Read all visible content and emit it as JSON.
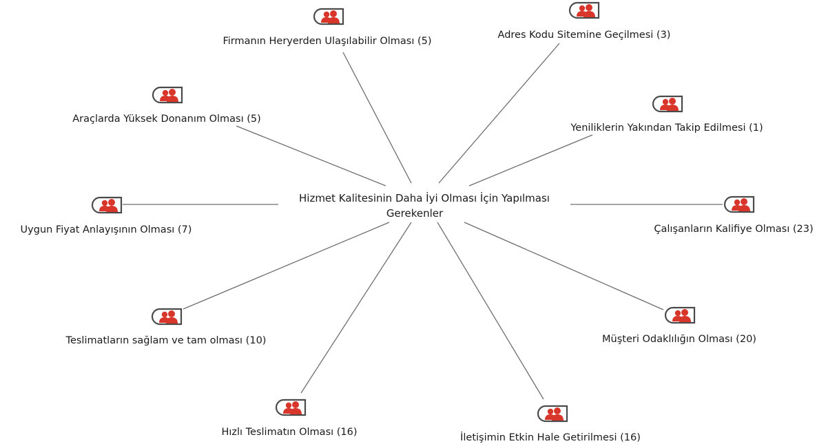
{
  "center": {
    "line1": "Hizmet Kalitesinin Daha İyi Olması İçin Yapılması",
    "line2": "Gerekenler"
  },
  "nodes": [
    {
      "id": "firmanin-heryerden",
      "label": "Firmanın Heryerden Ulaşılabilir Olması (5)",
      "icon": "person-node-icon"
    },
    {
      "id": "adres-kodu",
      "label": "Adres Kodu Sitemine Geçilmesi (3)",
      "icon": "person-node-icon"
    },
    {
      "id": "araclarda-yuksek",
      "label": "Araçlarda Yüksek Donanım Olması (5)",
      "icon": "person-node-icon"
    },
    {
      "id": "yeniliklerin-takip",
      "label": "Yeniliklerin Yakından Takip Edilmesi (1)",
      "icon": "person-node-icon"
    },
    {
      "id": "uygun-fiyat",
      "label": "Uygun Fiyat Anlayışının Olması (7)",
      "icon": "person-node-icon"
    },
    {
      "id": "calisanlarin-kalifiye",
      "label": "Çalışanların Kalifiye Olması (23)",
      "icon": "person-node-icon"
    },
    {
      "id": "teslimatlarin-saglam",
      "label": "Teslimatların sağlam ve tam olması (10)",
      "icon": "person-node-icon"
    },
    {
      "id": "musteri-odaklilik",
      "label": "Müşteri Odaklılığın Olması (20)",
      "icon": "person-node-icon"
    },
    {
      "id": "hizli-teslimat",
      "label": "Hızlı Teslimatın Olması (16)",
      "icon": "person-node-icon"
    },
    {
      "id": "iletisimin-etkin",
      "label": "İletişimin Etkin Hale Getirilmesi (16)",
      "icon": "person-node-icon"
    }
  ],
  "colors": {
    "icon_accent": "#d9362b",
    "icon_frame": "#4a4a4a",
    "connector": "#6e6e6e"
  }
}
